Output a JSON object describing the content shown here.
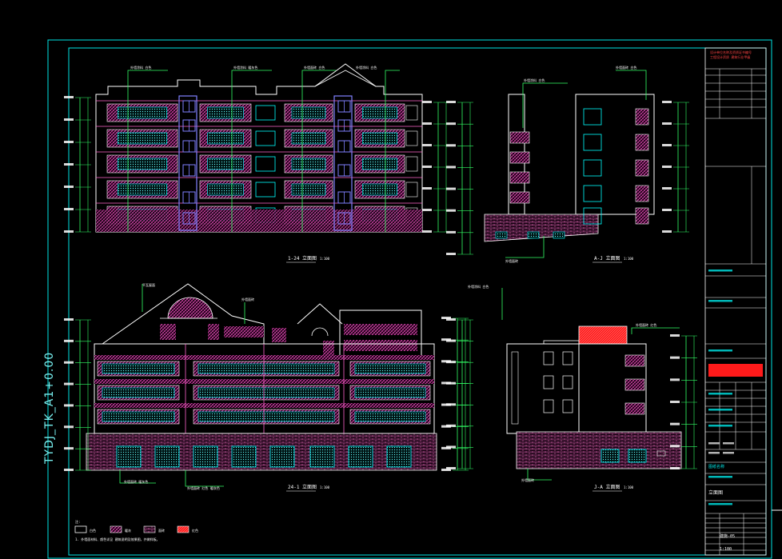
{
  "drawing_code": "TYDJ_TK_A1+0.00",
  "views": [
    {
      "caption": "1-24 立面图",
      "scale": "1:100"
    },
    {
      "caption": "A-J 立面图",
      "scale": "1:100"
    },
    {
      "caption": "24-1 立面图",
      "scale": "1:100"
    },
    {
      "caption": "J-A 立面图",
      "scale": "1:100"
    }
  ],
  "legend": [
    {
      "label": "白色",
      "swatch": "white",
      "color": "#ffffff"
    },
    {
      "label": "暖灰",
      "swatch": "hatch",
      "color": "#ff66cc"
    },
    {
      "label": "面砖",
      "swatch": "brick",
      "color": "#ff99dd"
    },
    {
      "label": "红色",
      "swatch": "solid",
      "color": "#ff2222"
    }
  ],
  "legend_note": "1. 外墙面材料、颜色详见 建筑说明及效果图，并做样板。",
  "colors": {
    "frame": "#00e5e5",
    "outline": "#ffffff",
    "hatch": "#ff55cc",
    "windows": "#00ffff",
    "leader": "#33ff66",
    "red_panel": "#ff2020",
    "blue_elements": "#8080ff"
  },
  "title_block": {
    "section_label": "图纸名称",
    "drawing_title": "立面图",
    "sheet_no": "建施-05",
    "scale": "1:100"
  }
}
